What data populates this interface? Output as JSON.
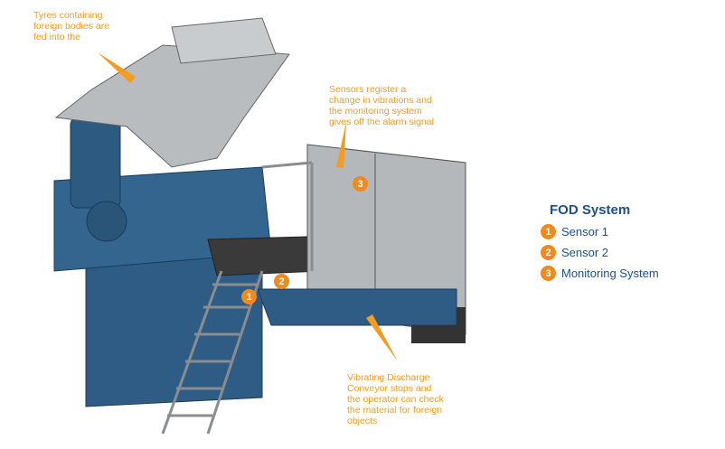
{
  "annotations": {
    "feed": "Tyres containing\nforeign bodies are\nfed into the",
    "sensors": "Sensors register a\nchange in vibrations and\nthe monitoring system\ngives off the alarm signal",
    "conveyor": "Vibrating Discharge\nConveyor stops and\nthe operator can check\nthe material for foreign\nobjects"
  },
  "legend": {
    "title": "FOD System",
    "items": [
      {
        "num": "1",
        "label": "Sensor 1"
      },
      {
        "num": "2",
        "label": "Sensor 2"
      },
      {
        "num": "3",
        "label": "Monitoring System"
      }
    ]
  },
  "colors": {
    "accent": "#f08a1c",
    "title": "#1d4f8f",
    "machine": "#2e5c85"
  }
}
